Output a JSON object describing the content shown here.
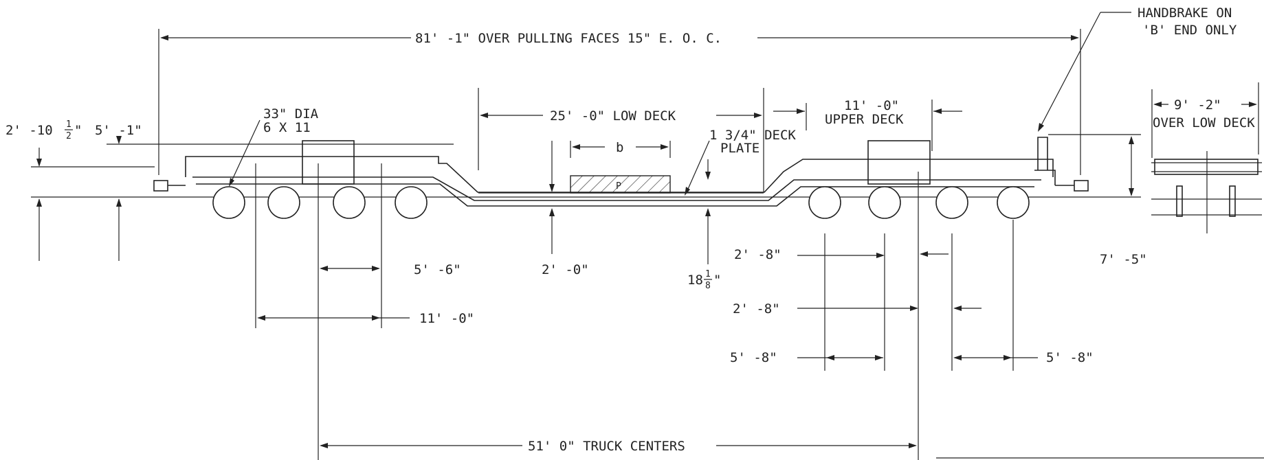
{
  "labels": {
    "over_pulling_faces": "81' -1\" OVER PULLING FACES 15\" E. O. C.",
    "handbrake_1": "HANDBRAKE ON",
    "handbrake_2": "'B' END ONLY",
    "low_deck": "25' -0\" LOW DECK",
    "upper_deck_len": "11' -0\"",
    "upper_deck": "UPPER DECK",
    "width_dim": "9' -2\"",
    "over_low_deck": "OVER LOW DECK",
    "wheel_dia": "33\" DIA",
    "wheel_size": "6 X 11",
    "coupler_height_main": "2' -10",
    "coupler_height_frac_num": "1",
    "coupler_height_frac_den": "2",
    "coupler_height_mark": "\"",
    "height_5_1": "5' -1\"",
    "load_b": "b",
    "load_p": "P",
    "deck_plate_1": "1 3/4\" DECK",
    "deck_plate_2": "PLATE",
    "axle_5_6": "5' -6\"",
    "truck_11_0": "11' -0\"",
    "low_deck_height": "2' -0\"",
    "deck_clear_main": "18",
    "deck_clear_frac_num": "1",
    "deck_clear_frac_den": "8",
    "deck_clear_mark": "\"",
    "dim_2_8_a": "2' -8\"",
    "dim_2_8_b": "2' -8\"",
    "dim_5_8_a": "5' -8\"",
    "dim_5_8_b": "5' -8\"",
    "height_7_5": "7' -5\"",
    "truck_centers": "51' 0\" TRUCK CENTERS"
  }
}
